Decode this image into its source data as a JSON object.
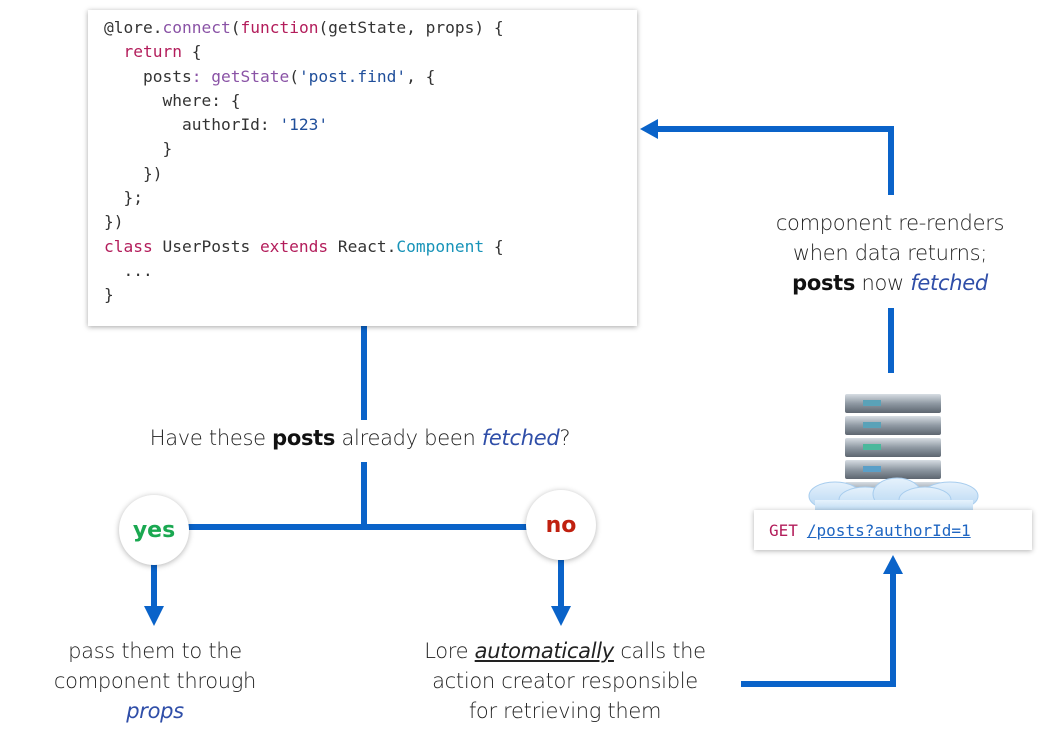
{
  "code": {
    "lines": [
      [
        {
          "t": "@lore.",
          "c": "plain"
        },
        {
          "t": "connect",
          "c": "fn"
        },
        {
          "t": "(",
          "c": "plain"
        },
        {
          "t": "function",
          "c": "kw"
        },
        {
          "t": "(getState, props) {",
          "c": "plain"
        }
      ],
      [
        {
          "t": "  ",
          "c": "plain"
        },
        {
          "t": "return",
          "c": "kw"
        },
        {
          "t": " {",
          "c": "plain"
        }
      ],
      [
        {
          "t": "    posts",
          "c": "plain"
        },
        {
          "t": ": ",
          "c": "fn"
        },
        {
          "t": "getState",
          "c": "fn"
        },
        {
          "t": "(",
          "c": "plain"
        },
        {
          "t": "'post.find'",
          "c": "str"
        },
        {
          "t": ", {",
          "c": "plain"
        }
      ],
      [
        {
          "t": "      where: {",
          "c": "plain"
        }
      ],
      [
        {
          "t": "        authorId: ",
          "c": "plain"
        },
        {
          "t": "'123'",
          "c": "str"
        }
      ],
      [
        {
          "t": "      }",
          "c": "plain"
        }
      ],
      [
        {
          "t": "    })",
          "c": "plain"
        }
      ],
      [
        {
          "t": "  };",
          "c": "plain"
        }
      ],
      [
        {
          "t": "})",
          "c": "plain"
        }
      ],
      [
        {
          "t": "class",
          "c": "kw"
        },
        {
          "t": " UserPosts ",
          "c": "plain"
        },
        {
          "t": "extends",
          "c": "kw"
        },
        {
          "t": " React.",
          "c": "plain"
        },
        {
          "t": "Component",
          "c": "cls"
        },
        {
          "t": " {",
          "c": "plain"
        }
      ],
      [
        {
          "t": "  ...",
          "c": "plain"
        }
      ],
      [
        {
          "t": "}",
          "c": "plain"
        }
      ]
    ]
  },
  "question": {
    "pre": "Have these ",
    "bold": "posts",
    "mid": " already been ",
    "italic": "fetched",
    "post": "?"
  },
  "yes_label": "yes",
  "no_label": "no",
  "yes_result": {
    "line1": "pass them to the",
    "line2": "component through",
    "line3": "props"
  },
  "no_result": {
    "pre": "Lore ",
    "underlined": "automatically",
    "post": " calls the",
    "line2": "action creator responsible",
    "line3": "for retrieving them"
  },
  "rerender": {
    "line1": "component re-renders",
    "line2": "when data returns;",
    "bold": "posts",
    "mid": " now ",
    "italic": "fetched"
  },
  "request": {
    "verb": "GET",
    "url": "/posts?authorId=1"
  },
  "colors": {
    "arrow": "#0a63c9",
    "yes": "#1aa851",
    "no": "#c0200f",
    "italic": "#2f4ea8"
  }
}
